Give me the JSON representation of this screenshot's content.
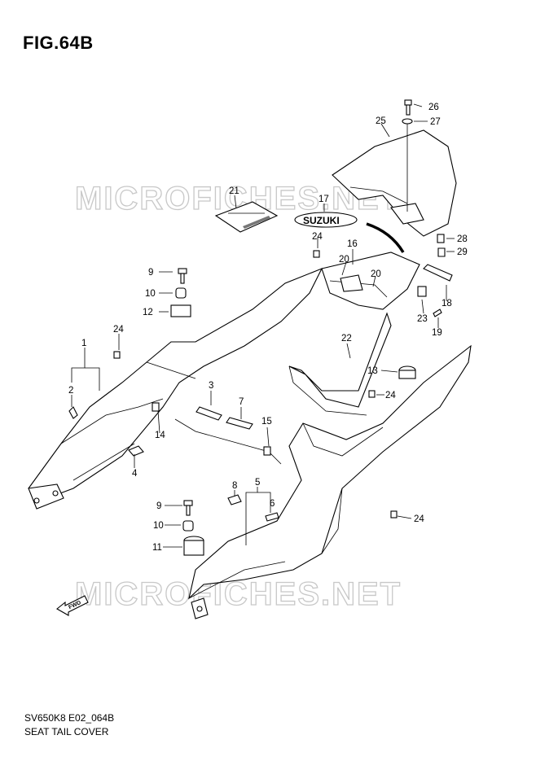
{
  "figure": {
    "id": "FIG.64B",
    "model_code": "SV650K8 E02_064B",
    "name": "SEAT TAIL COVER"
  },
  "watermark": "MICROFICHES.NET",
  "decal_text": "SUZUKI",
  "direction_label": "FWD",
  "callouts": [
    "26",
    "27",
    "25",
    "21",
    "17",
    "24",
    "28",
    "29",
    "9",
    "10",
    "12",
    "16",
    "20",
    "20",
    "18",
    "23",
    "19",
    "24",
    "1",
    "2",
    "22",
    "13",
    "24",
    "3",
    "7",
    "15",
    "14",
    "4",
    "8",
    "5",
    "6",
    "9",
    "10",
    "24",
    "11"
  ]
}
